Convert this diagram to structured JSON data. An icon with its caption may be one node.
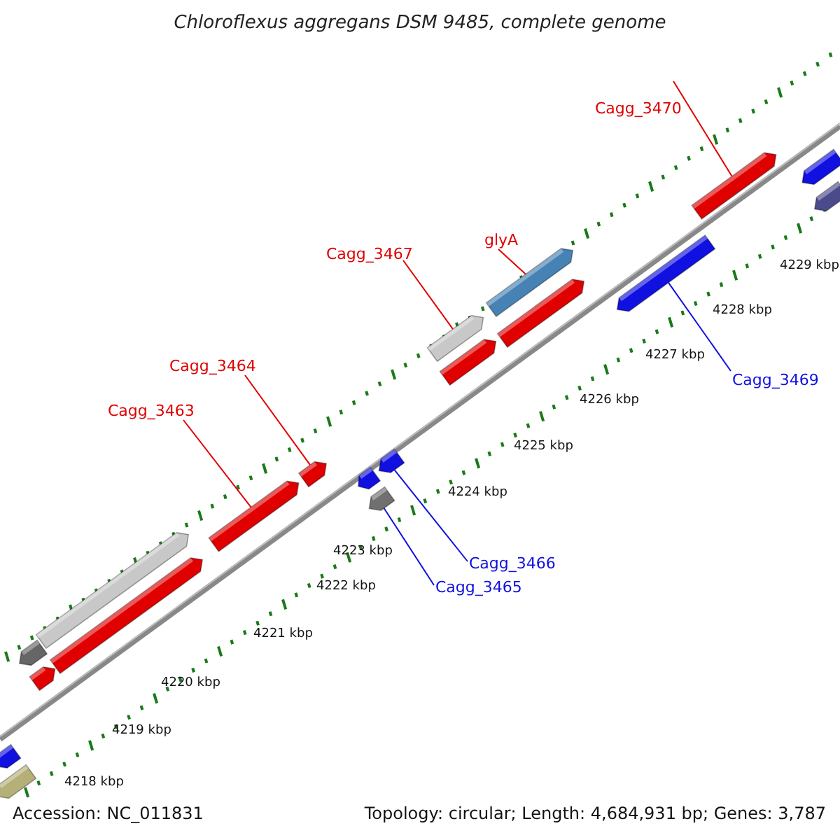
{
  "diagram": {
    "title": "Chloroflexus aggregans DSM 9485, complete genome",
    "nodes": [
      {
        "text": [
          "Cagg_3470"
        ]
      },
      {
        "text": [],
        "shape": "bar"
      },
      {
        "text": [
          "glyA"
        ]
      },
      {
        "text": [],
        "shape": "bar"
      },
      {
        "text": [
          "Cagg_3467"
        ]
      },
      {
        "text": [],
        "shape": "bar"
      },
      {
        "text": [
          "Cagg_3469"
        ]
      },
      {
        "text": [],
        "shape": "bar"
      },
      {
        "text": [
          "Cagg_3464"
        ]
      },
      {
        "text": [],
        "shape": "bar"
      },
      {
        "text": [
          "Cagg_3463"
        ]
      },
      {
        "text": [],
        "shape": "bar"
      },
      {
        "text": [
          "Cagg_3466"
        ]
      },
      {
        "text": [],
        "shape": "bar"
      },
      {
        "text": [
          "Cagg_3465"
        ]
      },
      {
        "text": [],
        "shape": "bar"
      },
      {
        "text": [],
        "shape": "bar"
      },
      {
        "text": [],
        "shape": "bar"
      },
      {
        "text": [],
        "shape": "bar"
      },
      {
        "text": [],
        "shape": "bar"
      },
      {
        "text": [],
        "shape": "bar"
      },
      {
        "text": [],
        "shape": "bar"
      },
      {
        "text": [],
        "shape": "bar"
      },
      {
        "text": [],
        "shape": "bar"
      },
      {
        "text": [],
        "shape": "bar"
      },
      {
        "text": [],
        "shape": "bar"
      },
      {
        "text": [],
        "shape": "bar"
      }
    ],
    "edges": [
      {
        "from": 0,
        "to": 1,
        "arrow": "none"
      },
      {
        "from": 2,
        "to": 3,
        "arrow": "none"
      },
      {
        "from": 4,
        "to": 5,
        "arrow": "none"
      },
      {
        "from": 6,
        "to": 7,
        "arrow": "none",
        "color": "#1010e0"
      },
      {
        "from": 8,
        "to": 9,
        "arrow": "none"
      },
      {
        "from": 10,
        "to": 11,
        "arrow": "none"
      },
      {
        "from": 12,
        "to": 13,
        "arrow": "none",
        "color": "#1010e0"
      },
      {
        "from": 14,
        "to": 15,
        "arrow": "none",
        "color": "#1010e0"
      }
    ],
    "labels": [
      "4229 kbp",
      "4228 kbp",
      "4227 kbp",
      "4226 kbp",
      "4225 kbp",
      "4224 kbp",
      "4223 kbp",
      "4222 kbp",
      "4221 kbp",
      "4220 kbp",
      "4219 kbp",
      "4218 kbp",
      "Accession: NC_011831",
      "Topology: circular; Length: 4,684,931 bp; Genes: 3,787"
    ]
  }
}
